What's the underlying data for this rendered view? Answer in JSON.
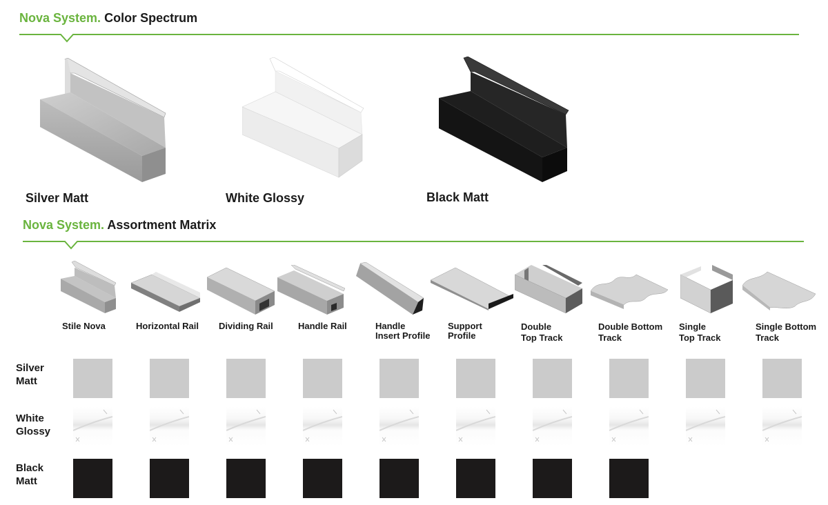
{
  "colors": {
    "brand_green": "#6ab43e",
    "silver": "#cbcbcb",
    "white": "#f7f7f7",
    "black": "#1c1a1a"
  },
  "color_spectrum": {
    "brand": "Nova System.",
    "title": "Color Spectrum",
    "swatches": [
      {
        "label": "Silver Matt",
        "finish": "silver"
      },
      {
        "label": "White Glossy",
        "finish": "white"
      },
      {
        "label": "Black Matt",
        "finish": "black"
      }
    ]
  },
  "assortment_matrix": {
    "brand": "Nova System.",
    "title": "Assortment Matrix",
    "products": [
      {
        "name": "Stile Nova",
        "icon": "stile-nova-profile-icon"
      },
      {
        "name": "Horizontal Rail",
        "icon": "horizontal-rail-profile-icon"
      },
      {
        "name": "Dividing Rail",
        "icon": "dividing-rail-profile-icon"
      },
      {
        "name": "Handle Rail",
        "icon": "handle-rail-profile-icon"
      },
      {
        "name": "Handle\nInsert Profile",
        "icon": "handle-insert-profile-icon"
      },
      {
        "name": "Support\nProfile",
        "icon": "support-profile-icon"
      },
      {
        "name": "Double\nTop Track",
        "icon": "double-top-track-icon"
      },
      {
        "name": "Double Bottom\nTrack",
        "icon": "double-bottom-track-icon"
      },
      {
        "name": "Single\nTop Track",
        "icon": "single-top-track-icon"
      },
      {
        "name": "Single Bottom\nTrack",
        "icon": "single-bottom-track-icon"
      }
    ],
    "rows": [
      {
        "label": "Silver\nMatt",
        "finish": "silver",
        "available": [
          true,
          true,
          true,
          true,
          true,
          true,
          true,
          true,
          true,
          true
        ]
      },
      {
        "label": "White\nGlossy",
        "finish": "white",
        "available": [
          true,
          true,
          true,
          true,
          true,
          true,
          true,
          true,
          true,
          true
        ]
      },
      {
        "label": "Black\nMatt",
        "finish": "black",
        "available": [
          true,
          true,
          true,
          true,
          true,
          true,
          true,
          true,
          false,
          false
        ]
      }
    ]
  }
}
